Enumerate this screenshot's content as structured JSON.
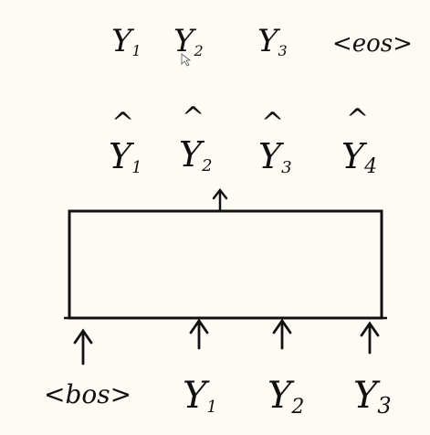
{
  "colors": {
    "background": "#fdfbf4",
    "ink": "#111111"
  },
  "targets": [
    {
      "base": "Y",
      "sub": "1"
    },
    {
      "base": "Y",
      "sub": "2"
    },
    {
      "base": "Y",
      "sub": "3"
    },
    {
      "base": "<eos>",
      "sub": ""
    }
  ],
  "predictions": [
    {
      "base": "Y",
      "sub": "1",
      "hat": "^"
    },
    {
      "base": "Y",
      "sub": "2",
      "hat": "^"
    },
    {
      "base": "Y",
      "sub": "3",
      "hat": "^"
    },
    {
      "base": "Y",
      "sub": "4",
      "hat": "^"
    }
  ],
  "inputs": [
    {
      "base": "<bos>",
      "sub": ""
    },
    {
      "base": "Y",
      "sub": "1"
    },
    {
      "base": "Y",
      "sub": "2"
    },
    {
      "base": "Y",
      "sub": "3"
    }
  ]
}
